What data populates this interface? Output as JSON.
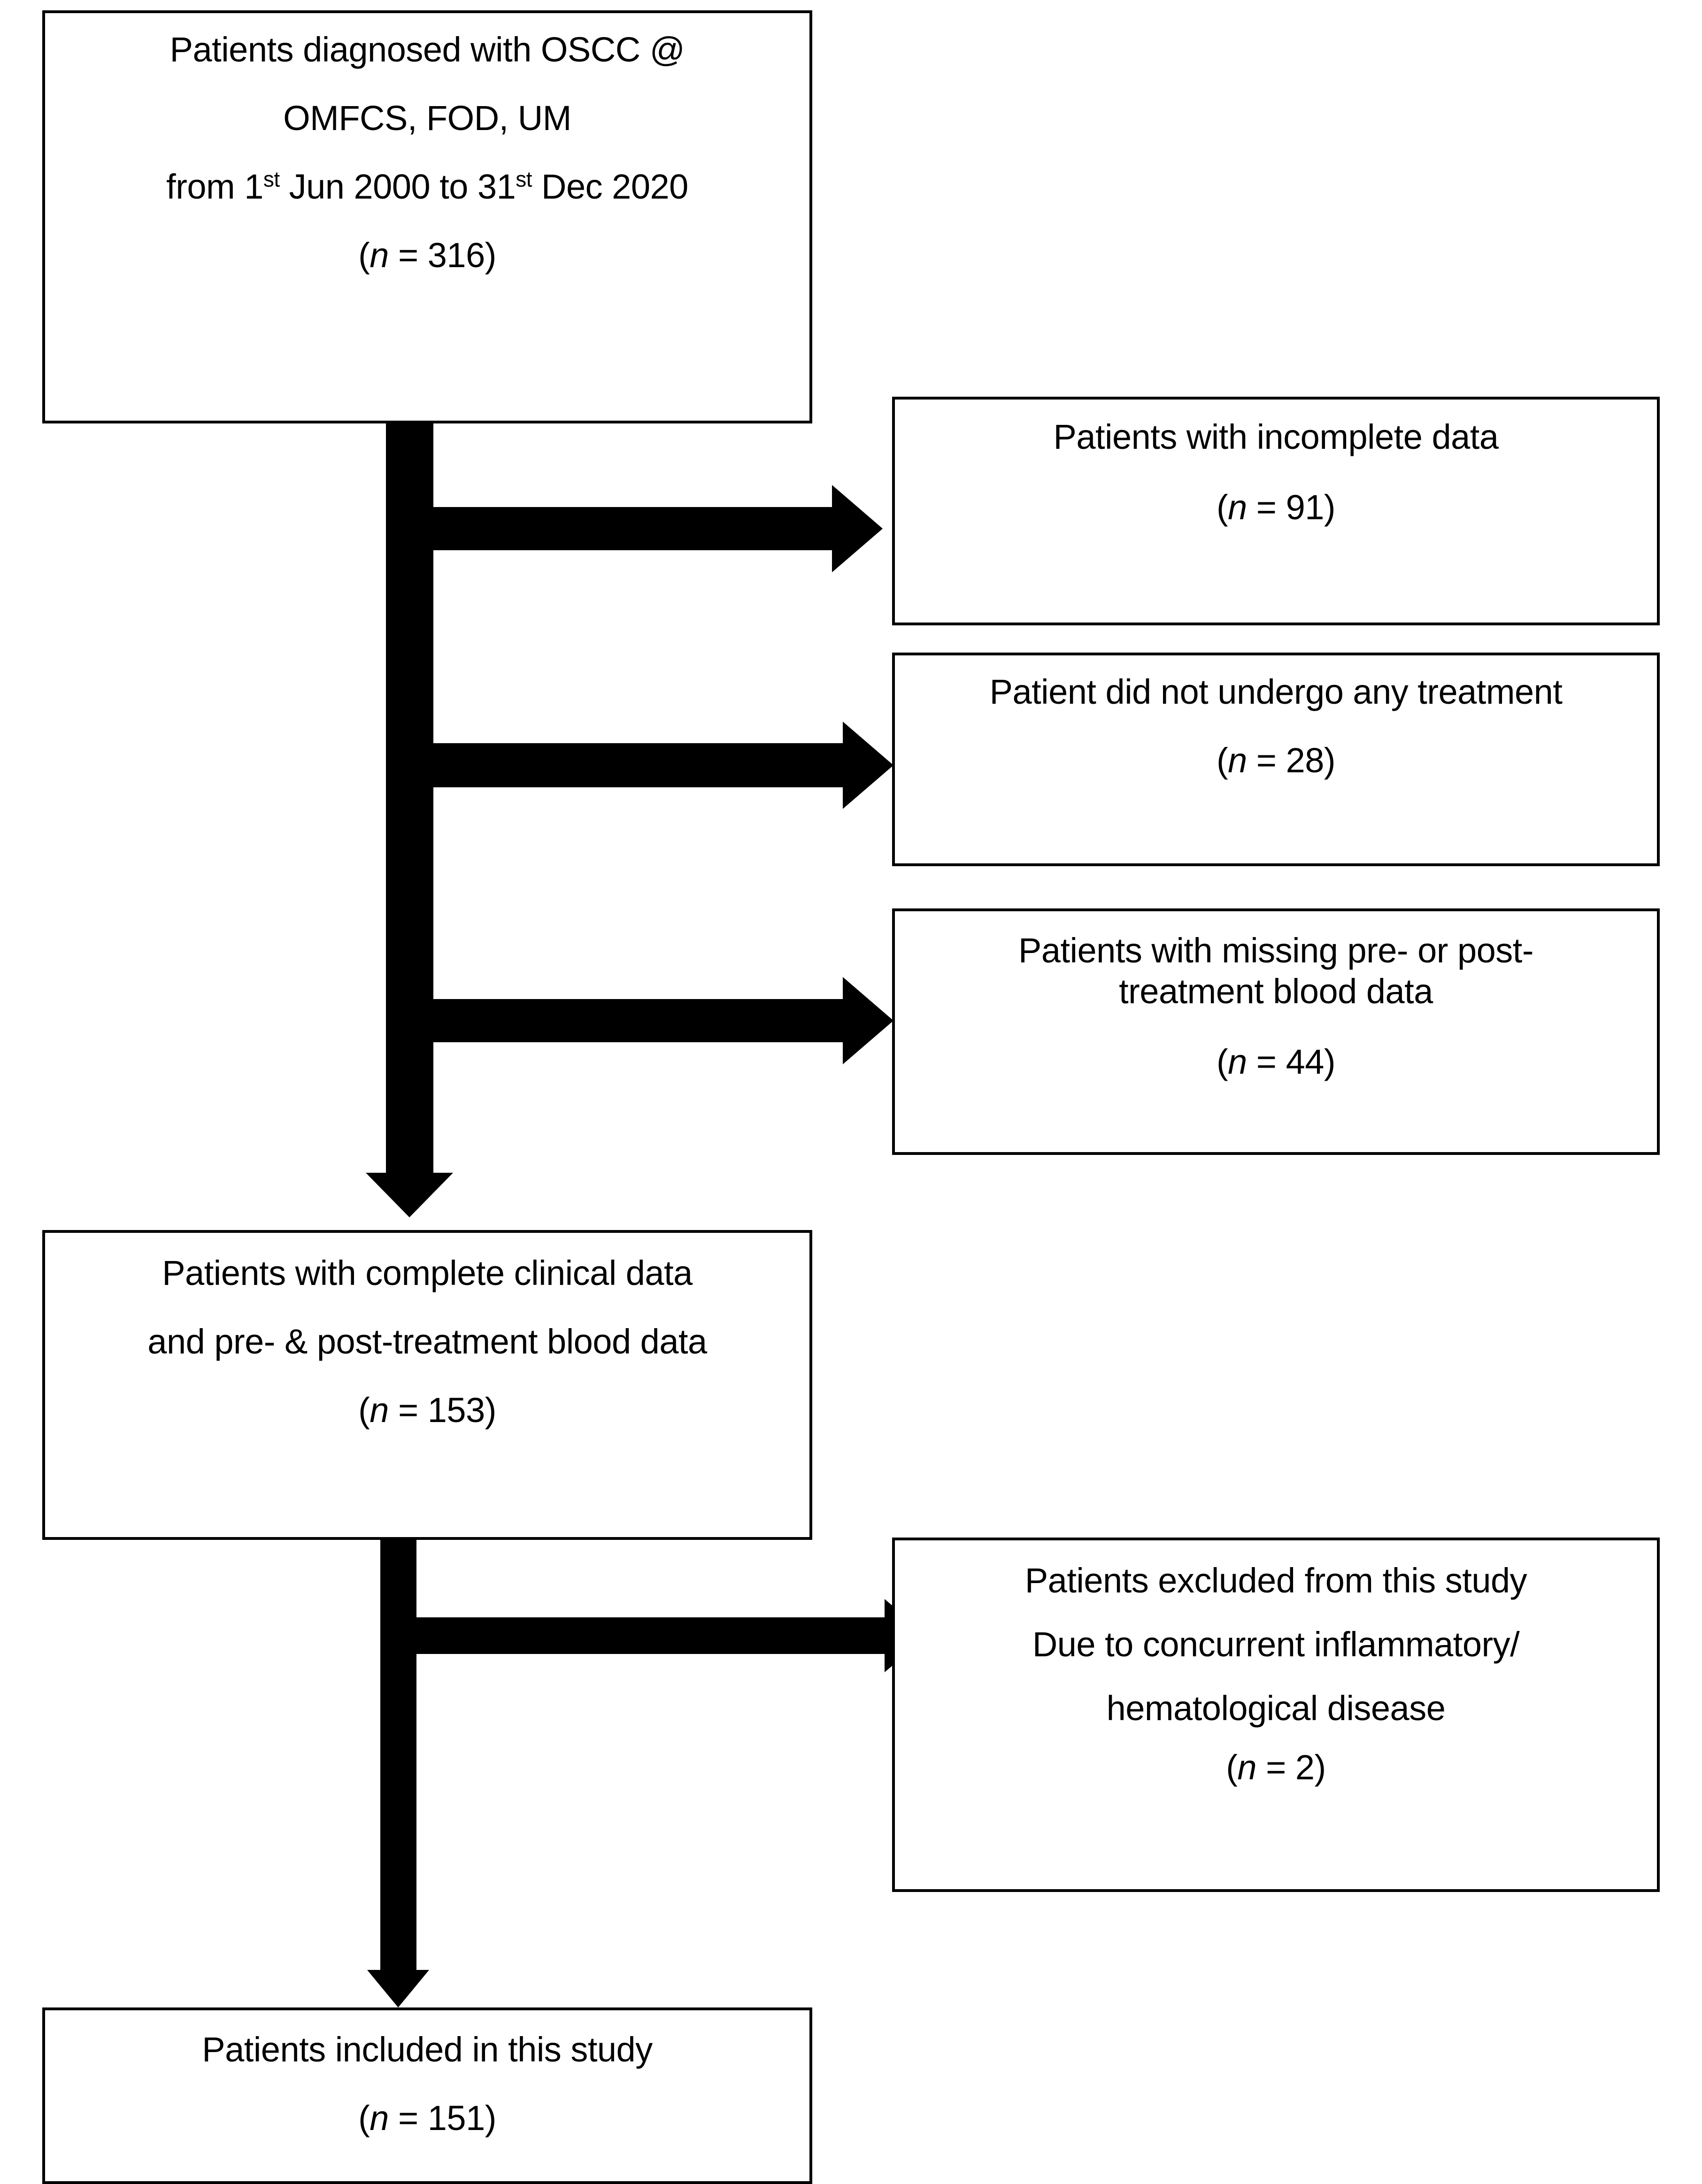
{
  "diagram": {
    "type": "patient-selection-flowchart",
    "title": "",
    "nodes": [
      {
        "id": "source-cohort",
        "lines": [
          "Patients diagnosed with OSCC @",
          "OMFCS, FOD, UM",
          "from 1st Jun 2000 to 31st Dec 2020"
        ],
        "count_label": "(n = 316)",
        "n": 316
      },
      {
        "id": "excluded-incomplete-data",
        "lines": [
          "Patients with incomplete data"
        ],
        "count_label": "(n = 91)",
        "n": 91
      },
      {
        "id": "excluded-no-treatment",
        "lines": [
          "Patient did not undergo any treatment"
        ],
        "count_label": "(n = 28)",
        "n": 28
      },
      {
        "id": "excluded-missing-blood-data",
        "lines": [
          "Patients with missing pre- or post-",
          "treatment blood data"
        ],
        "count_label": "(n = 44)",
        "n": 44
      },
      {
        "id": "complete-data-cohort",
        "lines": [
          "Patients with complete clinical data",
          "and pre- & post-treatment blood data"
        ],
        "count_label": "(n = 153)",
        "n": 153
      },
      {
        "id": "excluded-concurrent-disease",
        "lines": [
          "Patients excluded from this study",
          "Due to concurrent inflammatory/",
          "hematological disease"
        ],
        "count_label": "(n = 2)",
        "n": 2
      },
      {
        "id": "included-cohort",
        "lines": [
          "Patients included in this study"
        ],
        "count_label": "(n = 151)",
        "n": 151
      }
    ],
    "text": {
      "source_line1_a": "Patients diagnosed with OSCC @",
      "source_line2": "OMFCS, FOD, UM",
      "source_line3_a": "from 1",
      "source_line3_sup1": "st",
      "source_line3_b": " Jun 2000 to 31",
      "source_line3_sup2": "st",
      "source_line3_c": " Dec 2020",
      "source_n": "(n = 316)",
      "incomplete_line1": "Patients with incomplete data",
      "incomplete_n": "(n = 91)",
      "notreat_line1": "Patient did not undergo any treatment",
      "notreat_n": "(n = 28)",
      "missingblood_line1": "Patients with missing pre- or post-",
      "missingblood_line2": "treatment blood data",
      "missingblood_n": "(n = 44)",
      "complete_line1": "Patients with complete clinical data",
      "complete_line2": "and pre- & post-treatment blood data",
      "complete_n": "(n = 153)",
      "concurrent_line1": "Patients excluded from this study",
      "concurrent_line2": "Due to concurrent inflammatory/",
      "concurrent_line3": "hematological disease",
      "concurrent_n": "(n = 2)",
      "included_line1": "Patients included in this study",
      "included_n": "(n = 151)",
      "n_symbol": "n",
      "paren_open": "(",
      "eq": " = ",
      "paren_close": ")"
    },
    "colors": {
      "stroke": "#000000",
      "fill": "#ffffff",
      "text": "#000000"
    },
    "edges": [
      {
        "from": "source-cohort",
        "to": "excluded-incomplete-data",
        "style": "branch-right"
      },
      {
        "from": "source-cohort",
        "to": "excluded-no-treatment",
        "style": "branch-right"
      },
      {
        "from": "source-cohort",
        "to": "excluded-missing-blood-data",
        "style": "branch-right"
      },
      {
        "from": "source-cohort",
        "to": "complete-data-cohort",
        "style": "trunk-down"
      },
      {
        "from": "complete-data-cohort",
        "to": "excluded-concurrent-disease",
        "style": "branch-right"
      },
      {
        "from": "complete-data-cohort",
        "to": "included-cohort",
        "style": "trunk-down"
      }
    ]
  }
}
